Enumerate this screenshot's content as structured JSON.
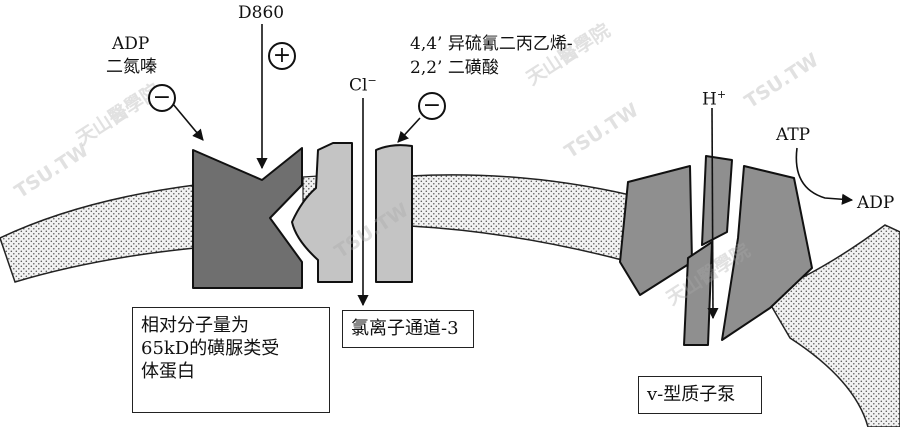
{
  "labels": {
    "adp_left_line1": "ADP",
    "adp_left_line2": "二氮嗪",
    "d860": "D860",
    "dids_line1": "4,4’ 异硫氰二丙乙烯-",
    "dids_line2": "2,2’ 二磺酸",
    "cl_base": "Cl",
    "cl_sup": "−",
    "h_base": "H",
    "h_sup": "+",
    "atp": "ATP",
    "adp_right": "ADP"
  },
  "symbols": {
    "adp_effect": "−",
    "d860_effect": "+",
    "dids_effect": "−"
  },
  "boxes": {
    "receptor_line1": "相对分子量为",
    "receptor_line2": "65kD的磺脲类受",
    "receptor_line3": "体蛋白",
    "channel": "氯离子通道-3",
    "pump": "v-型质子泵"
  },
  "watermark": {
    "text": "TSU.TW",
    "text_cn": "天山醫學院"
  },
  "colors": {
    "dark_protein": "#6f6f6f",
    "light_protein": "#c4c4c4",
    "pump_protein": "#8f8f8f",
    "membrane_fill": "#f2f2f2",
    "membrane_dots": "#555555"
  }
}
